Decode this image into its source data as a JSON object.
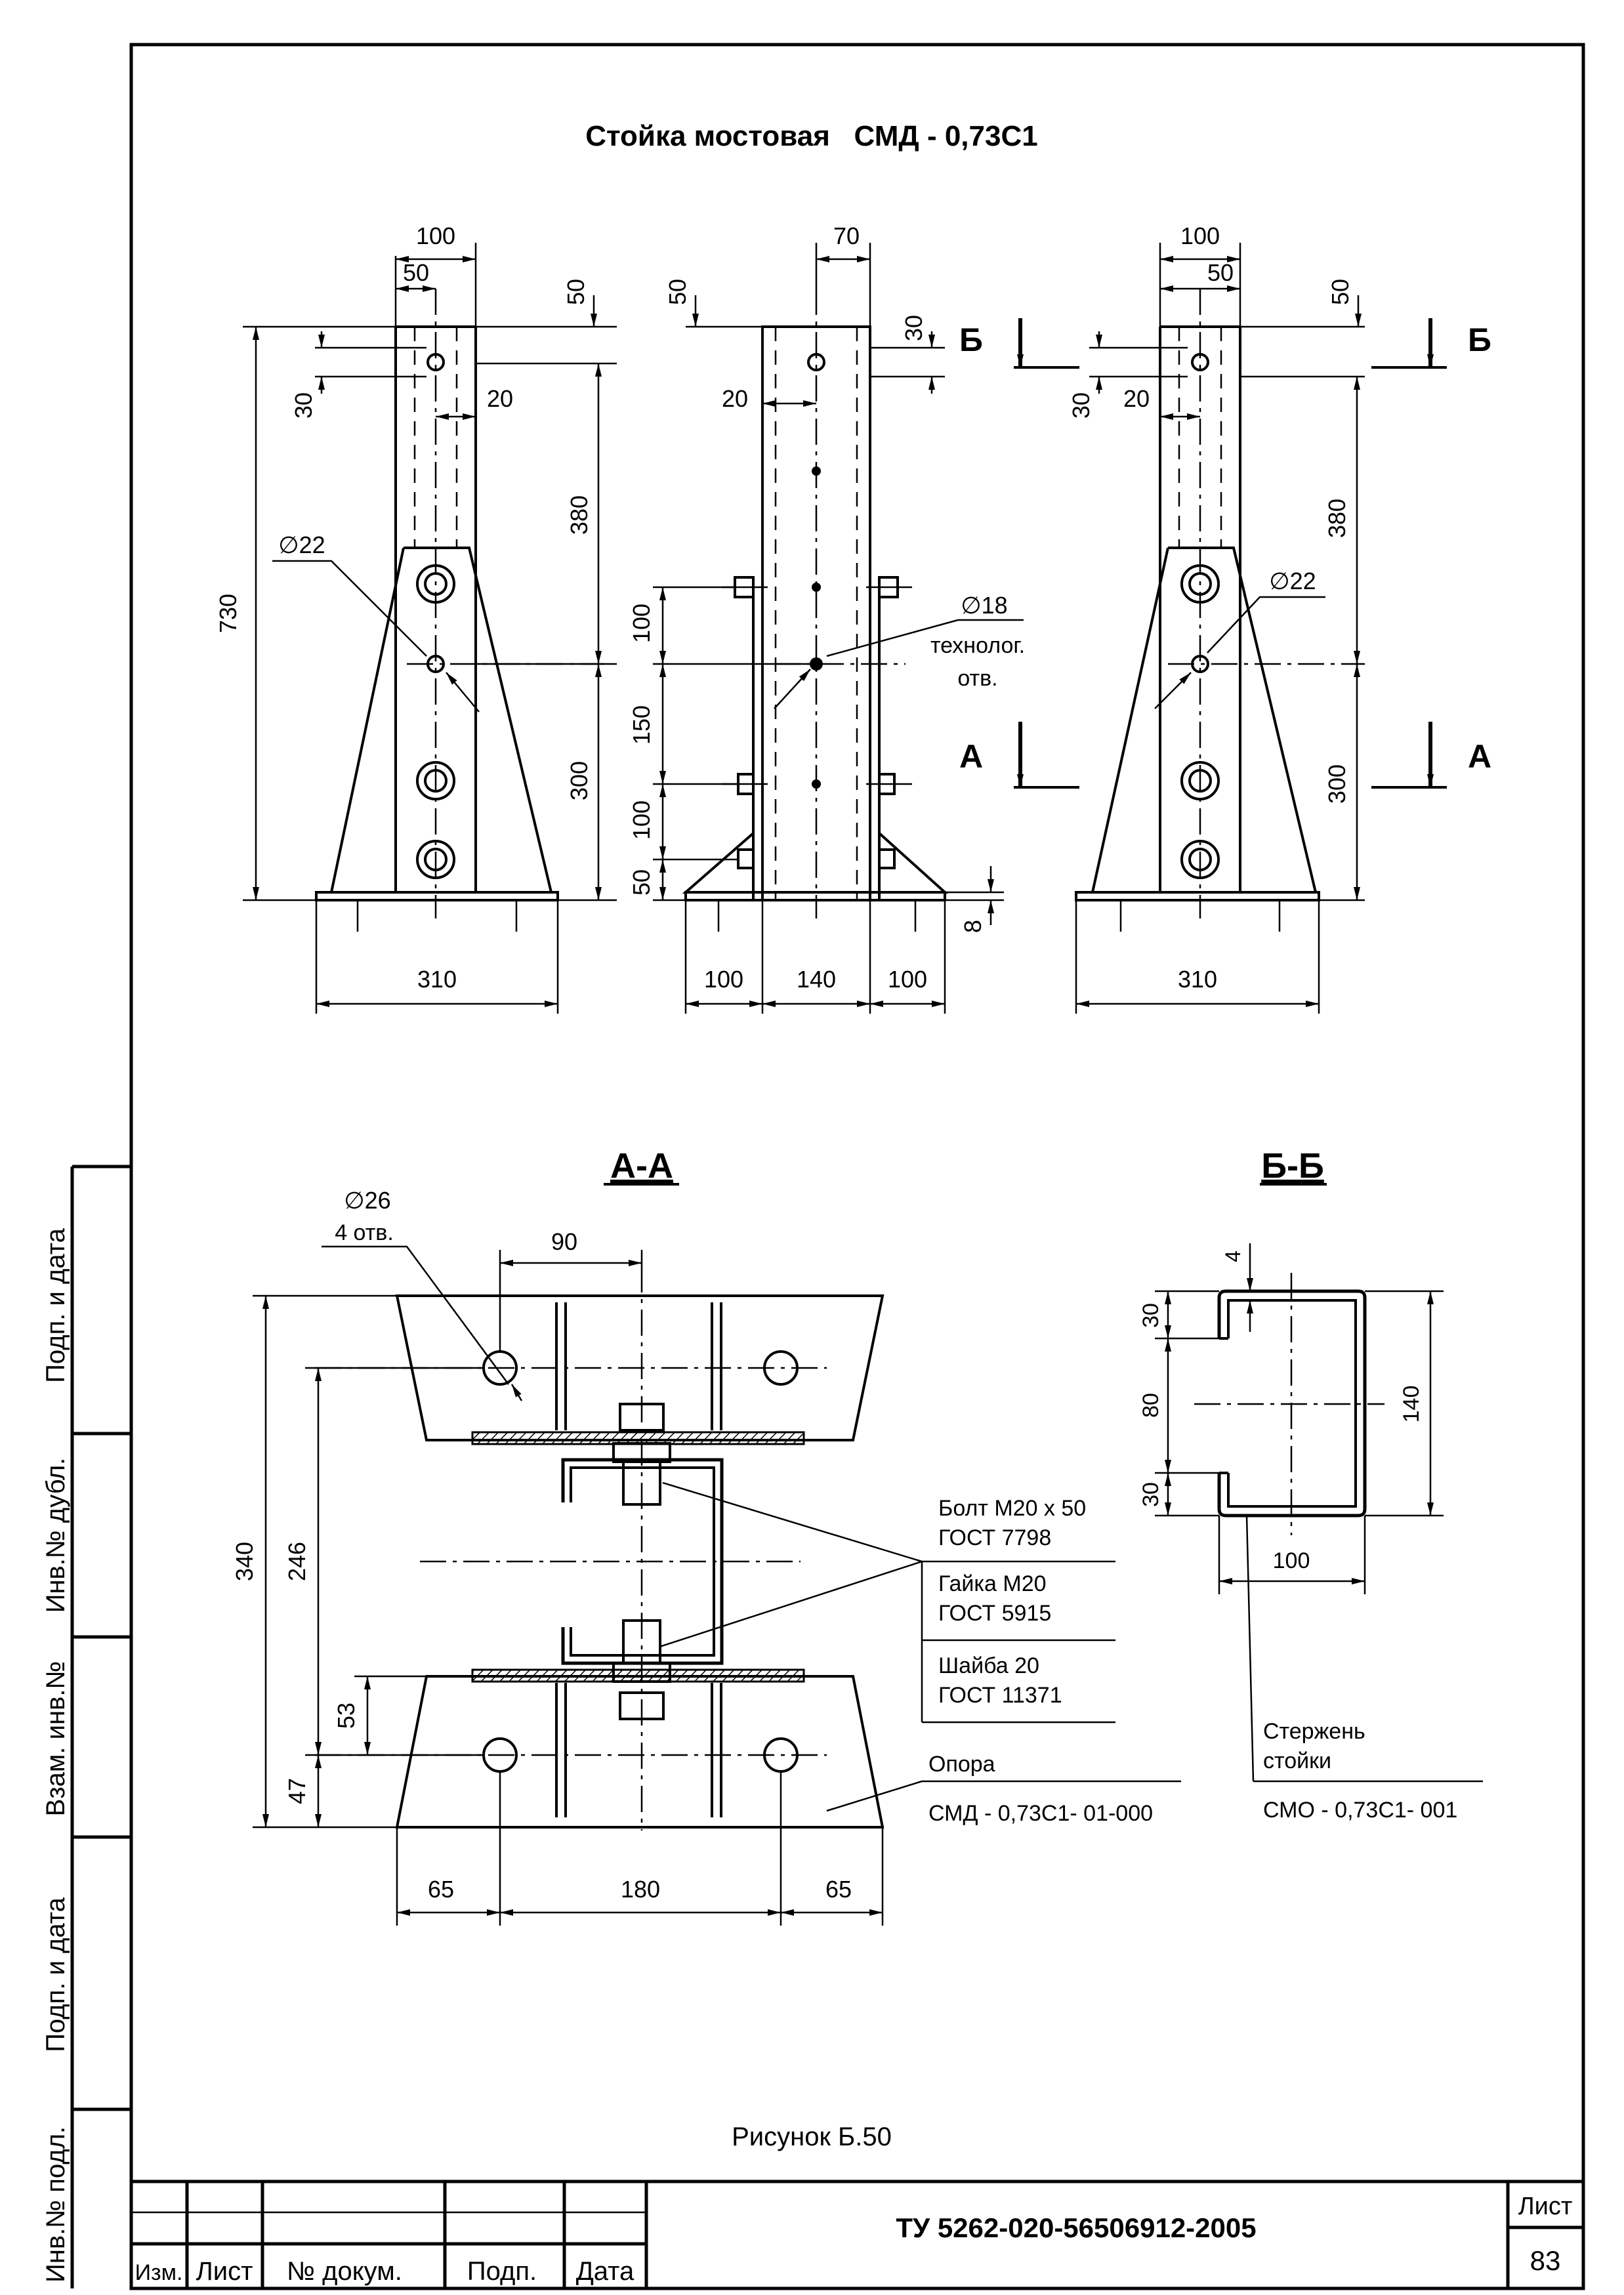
{
  "title": "Стойка мостовая   СМД - 0,73С1",
  "figure_caption": "Рисунок Б.50",
  "views": {
    "left": {
      "dims": {
        "top_width": "100",
        "top_half": "50",
        "top_offset": "50",
        "hole_offset": "30",
        "hole_side": "20",
        "total": "730",
        "upper": "380",
        "lower": "300",
        "base": "310",
        "hole_dia": "∅22"
      }
    },
    "middle": {
      "dims": {
        "top_width": "70",
        "top_offset": "50",
        "hole_offset": "30",
        "hole_side": "20",
        "d100a": "100",
        "d150": "150",
        "d100b": "100",
        "d50": "50",
        "d8": "8",
        "b100a": "100",
        "b140": "140",
        "b100b": "100",
        "hole_dia": "∅18"
      },
      "note_line1": "технолог.",
      "note_line2": "отв."
    },
    "right": {
      "dims": {
        "top_width": "100",
        "top_half": "50",
        "top_offset": "50",
        "hole_offset": "30",
        "hole_side": "20",
        "upper": "380",
        "lower": "300",
        "base": "310",
        "hole_dia": "∅22"
      }
    },
    "cut_labels": {
      "b": "Б",
      "a": "А"
    }
  },
  "section_aa": {
    "title": "А-А",
    "hole_dia": "∅26",
    "hole_count": "4 отв.",
    "dims": {
      "d90": "90",
      "d340": "340",
      "d246": "246",
      "d53": "53",
      "d47": "47",
      "d65a": "65",
      "d180": "180",
      "d65b": "65"
    },
    "callouts": [
      {
        "line1": "Болт М20 х 50",
        "line2": "ГОСТ 7798"
      },
      {
        "line1": "Гайка М20",
        "line2": "ГОСТ 5915"
      },
      {
        "line1": "Шайба 20",
        "line2": "ГОСТ 11371"
      }
    ],
    "support_label": "Опора",
    "support_code": "СМД - 0,73С1- 01-000"
  },
  "section_bb": {
    "title": "Б-Б",
    "dims": {
      "d4": "4",
      "d30a": "30",
      "d80": "80",
      "d30b": "30",
      "d140": "140",
      "d100": "100"
    },
    "rod_label_line1": "Стержень",
    "rod_label_line2": "стойки",
    "rod_code": "СМО - 0,73С1- 001"
  },
  "side_stamp": {
    "fields": [
      "Подп. и дата",
      "Инв.№ дубл.",
      "Взам. инв.№",
      "Подп. и дата",
      "Инв.№ подл."
    ]
  },
  "title_block": {
    "columns": [
      "Изм.",
      "Лист",
      "№ докум.",
      "Подп.",
      "Дата"
    ],
    "designation": "ТУ 5262-020-56506912-2005",
    "sheet_label": "Лист",
    "sheet_number": "83"
  }
}
